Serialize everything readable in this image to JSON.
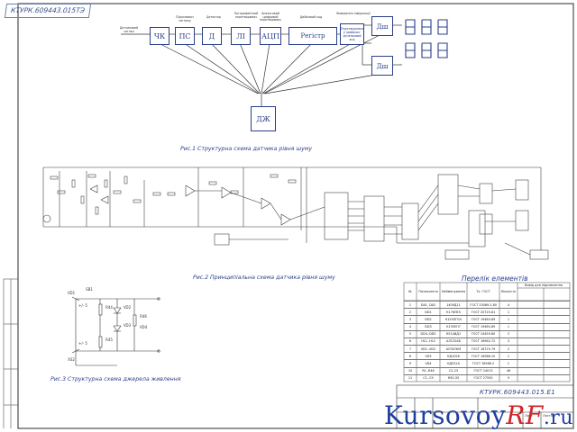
{
  "sheet": {
    "stamp_code": "КТУРК.609443.015ТЭ"
  },
  "figure1": {
    "blocks": [
      {
        "id": "chk",
        "label": "ЧК"
      },
      {
        "id": "ps",
        "label": "ПС"
      },
      {
        "id": "d",
        "label": "Д"
      },
      {
        "id": "li",
        "label": "ЛІ"
      },
      {
        "id": "atsp",
        "label": "АЦП"
      },
      {
        "id": "register",
        "label": "Регістр"
      },
      {
        "id": "converter",
        "label": "Перетворювач у двійково-десятковий код"
      },
      {
        "id": "dsh1",
        "label": "Дш"
      },
      {
        "id": "dsh2",
        "label": "Дш"
      },
      {
        "id": "dzh",
        "label": "ДЖ"
      }
    ],
    "small_labels": [
      "Датчиковий сигнал",
      "Підсилювач сигналу",
      "Детектор",
      "Логарифмічний перетворювач",
      "Аналоговий цифровий перетворювач",
      "Двійковий код",
      "Виведення інформації"
    ],
    "caption": "Рис.1 Структурна схема датчика рівня шуму"
  },
  "figure2": {
    "caption": "Рис.2 Принципіальна схема датчика рівня шуму"
  },
  "figure3": {
    "labels": [
      "SB1",
      "VD1",
      "R44",
      "VD2",
      "R45",
      "R46",
      "VD3",
      "VD4",
      "XS2",
      "+/- 5",
      "+/- 5"
    ],
    "caption": "Рис.3 Структурна схема джерела живлення"
  },
  "elements_table": {
    "title": "Перелік елементів",
    "headers": [
      "№",
      "Позначення",
      "Найменування",
      "Тх. ГОСТ",
      "Кількість",
      "Вивід для підключення"
    ],
    "rows": [
      [
        "1",
        "DA1, DA2",
        "140УД11",
        "ГОСТ 23089.2-80",
        "4"
      ],
      [
        "2",
        "DD1",
        "К176ЛЕ5",
        "ГОСТ 20725-81",
        "1"
      ],
      [
        "3",
        "DD2",
        "К155ЛП10",
        "ГОСТ 19480-89",
        "1"
      ],
      [
        "4",
        "DD3",
        "К155ЕП7",
        "ГОСТ 19480-89",
        "1"
      ],
      [
        "5",
        "DD4..DD5",
        "К514ИД1",
        "ГОСТ 24459-80",
        "2"
      ],
      [
        "6",
        "HL1..HL3",
        "АЛС324Б",
        "ГОСТ 16962-72",
        "3"
      ],
      [
        "7",
        "VD1..VD2",
        "АЛ307БМ",
        "ГОСТ 18725-79",
        "2"
      ],
      [
        "8",
        "VD3",
        "КД105Б",
        "ГОСТ 18986.10",
        "1"
      ],
      [
        "9",
        "VD4",
        "КД522А",
        "ГОСТ 18986.2",
        "1"
      ],
      [
        "10",
        "R1..R46",
        "С2-23",
        "ГОСТ 24013",
        "46"
      ],
      [
        "11",
        "C1..C9",
        "К50-35",
        "ГОСТ 27550",
        "9"
      ]
    ]
  },
  "title_block": {
    "code": "КТУРК.609443.015.Е1",
    "sheet_label": "Лист",
    "sheets_label": "Листів"
  },
  "watermark": {
    "part1": "Kursovoy",
    "part2": "RF",
    "part3": ".ru"
  }
}
